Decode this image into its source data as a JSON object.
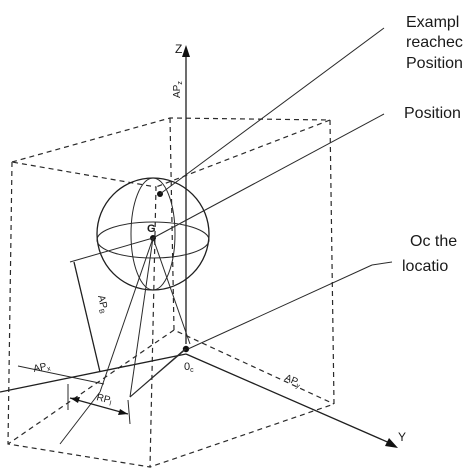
{
  "labels": {
    "annotation_top": [
      "Exampl",
      "reachec",
      "Position"
    ],
    "annotation_position": "Position",
    "annotation_oc": [
      "Oc the",
      "locatio"
    ],
    "axis_z": "Z",
    "axis_y": "Y",
    "point_g": "G",
    "origin": {
      "main": "0",
      "sub": "c"
    },
    "ap_z": {
      "main": "AP",
      "sub": "z"
    },
    "ap_x": {
      "main": "AP",
      "sub": "x"
    },
    "ap_y": {
      "main": "AP",
      "sub": "y"
    },
    "ap_b": {
      "main": "AP",
      "sub": "B"
    },
    "rp_l": {
      "main": "RP",
      "sub": "l"
    }
  },
  "colors": {
    "ink": "#1a1a1a",
    "background": "#ffffff"
  }
}
